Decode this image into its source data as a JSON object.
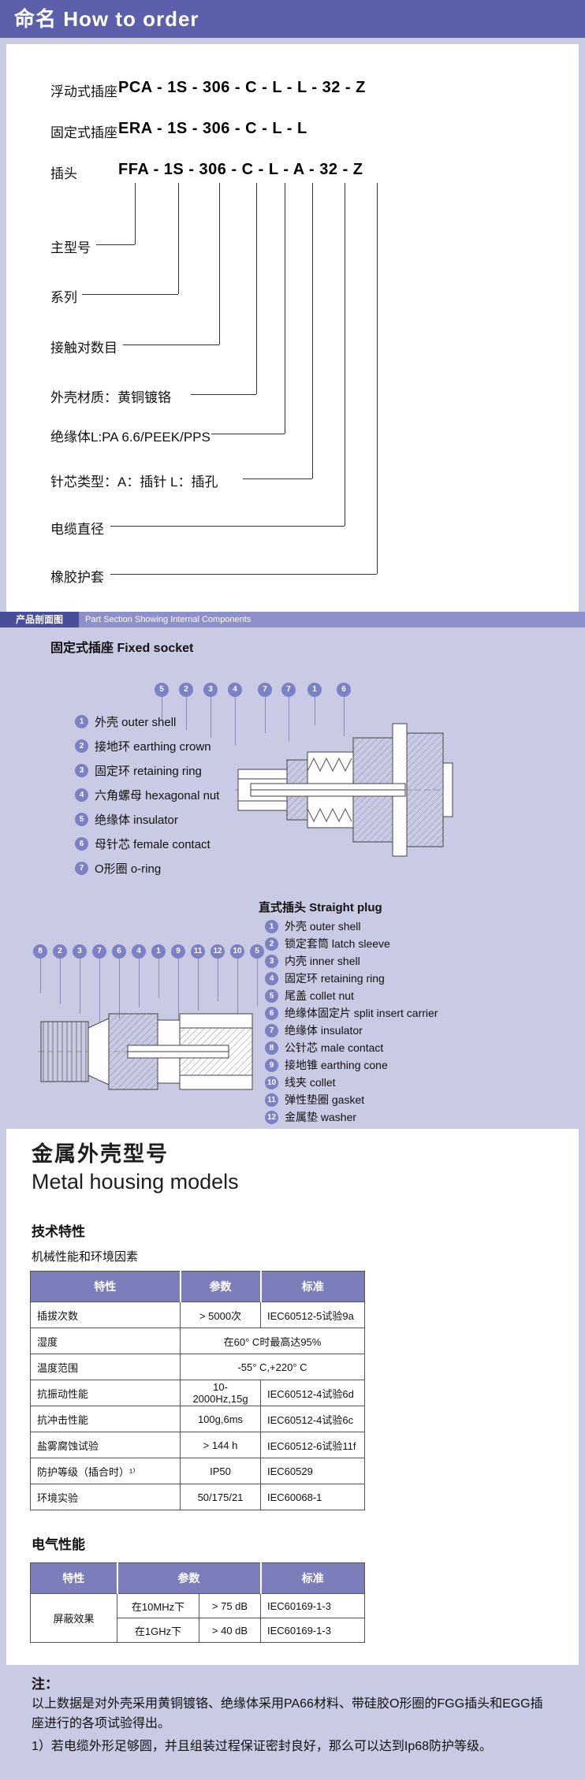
{
  "colors": {
    "background": "#c9cae4",
    "header_bar": "#5c5fa9",
    "section_bar": "#8e91c9",
    "section_chip": "#4a4d9c",
    "callout_circle": "#7c80c4",
    "table_header": "#7b7eba"
  },
  "header": {
    "title": "命名 How to order"
  },
  "order": {
    "rows": [
      {
        "label": "浮动式插座",
        "code": "PCA - 1S - 306 - C - L - L - 32 - Z"
      },
      {
        "label": "固定式插座",
        "code": "ERA - 1S - 306 - C - L - L"
      },
      {
        "label": "插头",
        "code": "FFA - 1S - 306 - C - L - A - 32 - Z"
      }
    ],
    "legend": [
      "主型号",
      "系列",
      "接触对数目",
      "外壳材质：黄铜镀铬",
      "绝缘体L:PA 6.6/PEEK/PPS",
      "针芯类型：A：插针 L：插孔",
      "电缆直径",
      "橡胶护套"
    ]
  },
  "section_bar": {
    "zh": "产品剖面图",
    "en": "Part Section Showing Internal Components"
  },
  "fixed_socket": {
    "title": "固定式插座 Fixed socket",
    "callouts": [
      "5",
      "2",
      "3",
      "4",
      "7",
      "7",
      "1",
      "6"
    ],
    "parts": [
      {
        "num": "1",
        "name": "外壳 outer shell"
      },
      {
        "num": "2",
        "name": "接地环 earthing crown"
      },
      {
        "num": "3",
        "name": "固定环 retaining ring"
      },
      {
        "num": "4",
        "name": "六角螺母 hexagonal nut"
      },
      {
        "num": "5",
        "name": "绝缘体 insulator"
      },
      {
        "num": "6",
        "name": "母针芯 female contact"
      },
      {
        "num": "7",
        "name": "O形圈 o-ring"
      }
    ]
  },
  "straight_plug": {
    "title": "直式插头 Straight plug",
    "callouts": [
      "8",
      "2",
      "3",
      "7",
      "6",
      "4",
      "1",
      "9",
      "11",
      "12",
      "10",
      "5"
    ],
    "parts": [
      {
        "num": "1",
        "name": "外壳 outer shell"
      },
      {
        "num": "2",
        "name": "锁定套筒 latch sleeve"
      },
      {
        "num": "3",
        "name": "内壳 inner shell"
      },
      {
        "num": "4",
        "name": "固定环 retaining ring"
      },
      {
        "num": "5",
        "name": "尾盖 collet nut"
      },
      {
        "num": "6",
        "name": "绝缘体固定片 split insert carrier"
      },
      {
        "num": "7",
        "name": "绝缘体 insulator"
      },
      {
        "num": "8",
        "name": "公针芯 male contact"
      },
      {
        "num": "9",
        "name": "接地锥 earthing cone"
      },
      {
        "num": "10",
        "name": "线夹 collet"
      },
      {
        "num": "11",
        "name": "弹性垫圈 gasket"
      },
      {
        "num": "12",
        "name": "金属垫 washer"
      }
    ]
  },
  "housing": {
    "title_zh": "金属外壳型号",
    "title_en": "Metal housing models"
  },
  "tech": {
    "title": "技术特性",
    "subtitle": "机械性能和环境因素"
  },
  "mech_table": {
    "headers": [
      "特性",
      "参数",
      "标准"
    ],
    "rows": [
      {
        "c1": "插拔次数",
        "c2": "> 5000次",
        "c3": "IEC60512-5试验9a"
      },
      {
        "c1": "湿度",
        "c2": "在60° C时最高达95%"
      },
      {
        "c1": "温度范围",
        "c2": "-55° C,+220° C"
      },
      {
        "c1": "抗振动性能",
        "c2": "10-2000Hz,15g",
        "c3": "IEC60512-4试验6d"
      },
      {
        "c1": "抗冲击性能",
        "c2": "100g,6ms",
        "c3": "IEC60512-4试验6c"
      },
      {
        "c1": "盐雾腐蚀试验",
        "c2": "> 144 h",
        "c3": "IEC60512-6试验11f"
      },
      {
        "c1": "防护等级（插合时）¹⁾",
        "c2": "IP50",
        "c3": "IEC60529"
      },
      {
        "c1": "环境实验",
        "c2": "50/175/21",
        "c3": "IEC60068-1"
      }
    ]
  },
  "elec": {
    "title": "电气性能"
  },
  "elec_table": {
    "headers": [
      "特性",
      "参数",
      "标准"
    ],
    "feature": "屏蔽效果",
    "rows": [
      {
        "cond": "在10MHz下",
        "val": "> 75 dB",
        "std": "IEC60169-1-3"
      },
      {
        "cond": "在1GHz下",
        "val": "> 40 dB",
        "std": "IEC60169-1-3"
      }
    ]
  },
  "notes": {
    "label": "注：",
    "lines": [
      "以上数据是对外壳采用黄铜镀铬、绝缘体采用PA66材料、带硅胶O形圈的FGG插头和EGG插座进行的各项试验得出。",
      "1）若电缆外形足够圆，并且组装过程保证密封良好，那么可以达到Ip68防护等级。"
    ]
  }
}
